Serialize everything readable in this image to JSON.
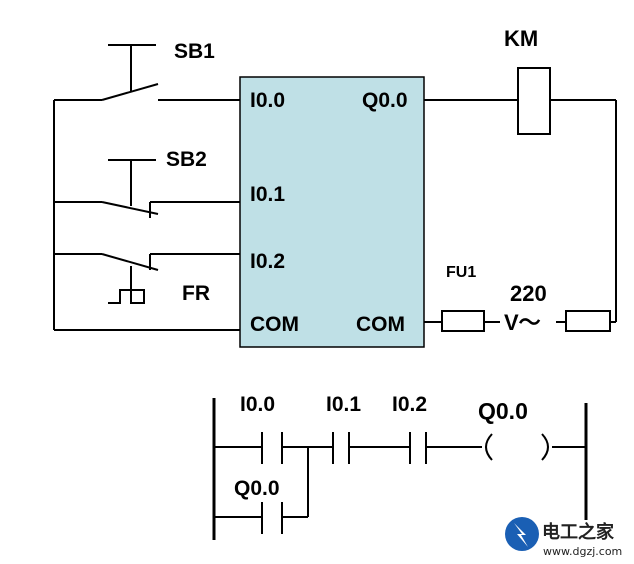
{
  "wiring": {
    "sb1": "SB1",
    "sb2": "SB2",
    "fr": "FR",
    "km": "KM",
    "fu1": "FU1",
    "voltage": "220",
    "voltage_unit": "V～",
    "plc": {
      "in0": "I0.0",
      "in1": "I0.1",
      "in2": "I0.2",
      "com_in": "COM",
      "out0": "Q0.0",
      "com_out": "COM"
    },
    "plc_fill": "#bfe0e6"
  },
  "ladder": {
    "c1": "I0.0",
    "c2": "I0.1",
    "c3": "I0.2",
    "coil": "Q0.0",
    "latch": "Q0.0"
  },
  "watermark": {
    "name": "电工之家",
    "url": "www.dgzj.com",
    "logo_color": "#1a5fb4"
  }
}
